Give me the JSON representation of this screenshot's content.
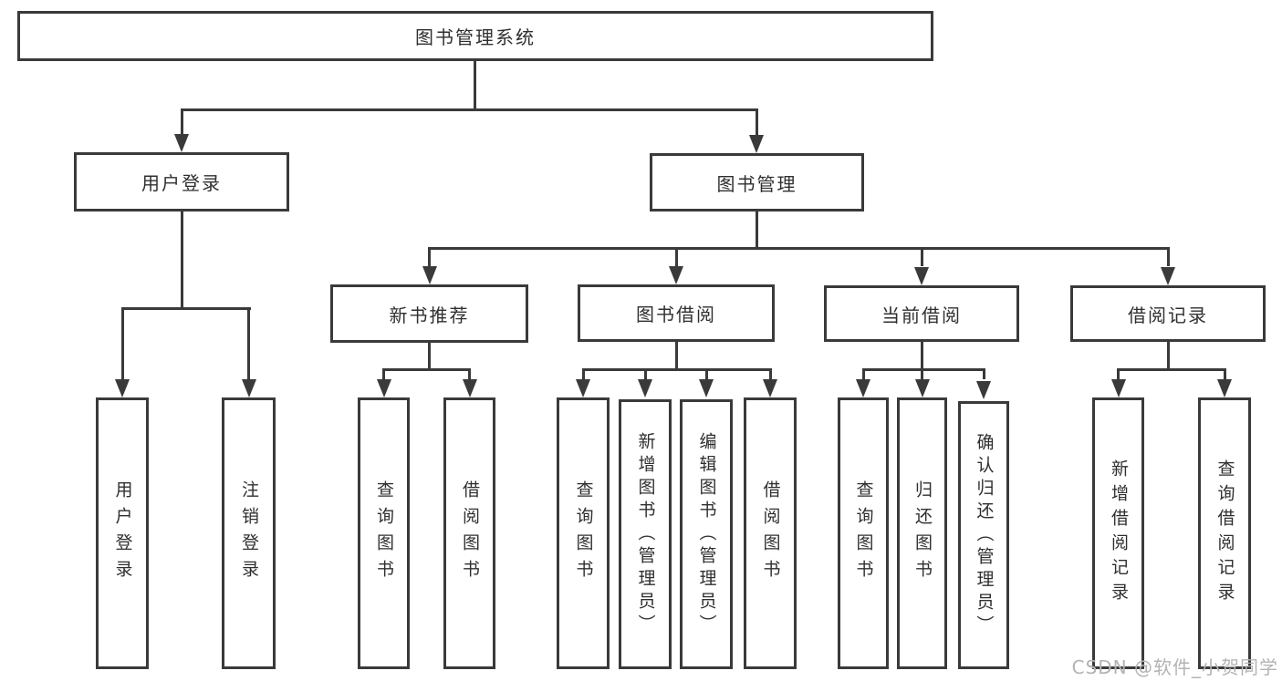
{
  "diagram": {
    "root": "图书管理系统",
    "branches": {
      "user_login": "用户登录",
      "book_management": "图书管理"
    },
    "sections": {
      "new_book_recommend": "新书推荐",
      "book_borrowing": "图书借阅",
      "current_borrowing": "当前借阅",
      "borrowing_records": "借阅记录"
    },
    "leaves": {
      "user_login": "用户登录",
      "logout": "注销登录",
      "recommend_query_books": "查询图书",
      "recommend_borrow_books": "借阅图书",
      "borrowing_query_books": "查询图书",
      "borrowing_add_books": "新增图书（管理员）",
      "borrowing_edit_books": "编辑图书（管理员）",
      "borrowing_borrow_books": "借阅图书",
      "current_query_books": "查询图书",
      "current_return_books": "归还图书",
      "current_confirm_return": "确认归还（管理员）",
      "records_add_record": "新增借阅记录",
      "records_query_record": "查询借阅记录"
    },
    "watermark": "CSDN @软件_小贺同学",
    "colors": {
      "line": "#3a3a3a",
      "text": "#2f2f2f",
      "watermark": "#b3b3b3",
      "background": "#ffffff"
    }
  }
}
